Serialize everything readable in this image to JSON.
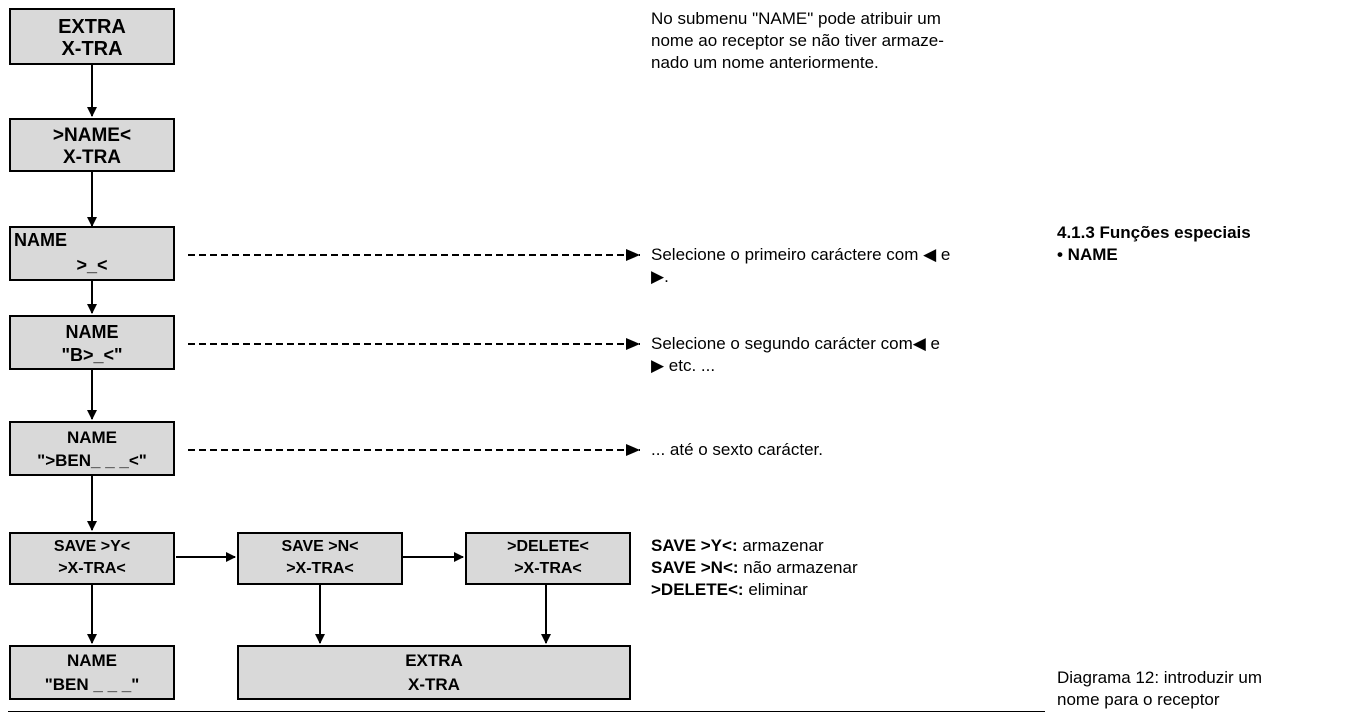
{
  "boxes": {
    "extra_top": {
      "line1": "EXTRA",
      "line2": "X-TRA"
    },
    "name_menu": {
      "line1": ">NAME<",
      "line2": "X-TRA"
    },
    "name_empty": {
      "line1": "NAME",
      "line2": ">_<"
    },
    "name_b": {
      "line1": "NAME",
      "line2": "\"B>_<\""
    },
    "name_ben": {
      "line1": "NAME",
      "line2": "\">BEN_ _ _<\""
    },
    "save_y": {
      "line1": "SAVE >Y<",
      "line2": ">X-TRA<"
    },
    "save_n": {
      "line1": "SAVE >N<",
      "line2": ">X-TRA<"
    },
    "delete": {
      "line1": ">DELETE<",
      "line2": ">X-TRA<"
    },
    "name_result": {
      "line1": "NAME",
      "line2": "\"BEN _ _ _\""
    },
    "extra_bottom": {
      "line1": "EXTRA",
      "line2": "X-TRA"
    }
  },
  "descriptions": {
    "intro": "No submenu \"NAME\" pode atribuir um nome ao receptor se não tiver armaze-nado um nome anteriormente.",
    "intro_lines": [
      "No submenu \"NAME\" pode atribuir um",
      "nome ao receptor se não tiver armaze-",
      "nado um nome anteriormente."
    ],
    "first_char_line1": "Selecione o primeiro caráctere com ◀ e",
    "first_char_line2": "▶.",
    "second_char_line1": "Selecione o segundo carácter com◀ e",
    "second_char_line2": "▶ etc. ...",
    "sixth_char": "... até o sexto carácter.",
    "save_y_key": "SAVE >Y<:",
    "save_y_text": " armazenar",
    "save_n_key": "SAVE >N<:",
    "save_n_text": " não armazenar",
    "delete_key": ">DELETE<:",
    "delete_text": " eliminar"
  },
  "sidebar": {
    "section_title": "4.1.3 Funções especiais",
    "section_item": "• NAME",
    "caption_line1": "Diagrama 12: introduzir um",
    "caption_line2": "nome para o receptor"
  }
}
